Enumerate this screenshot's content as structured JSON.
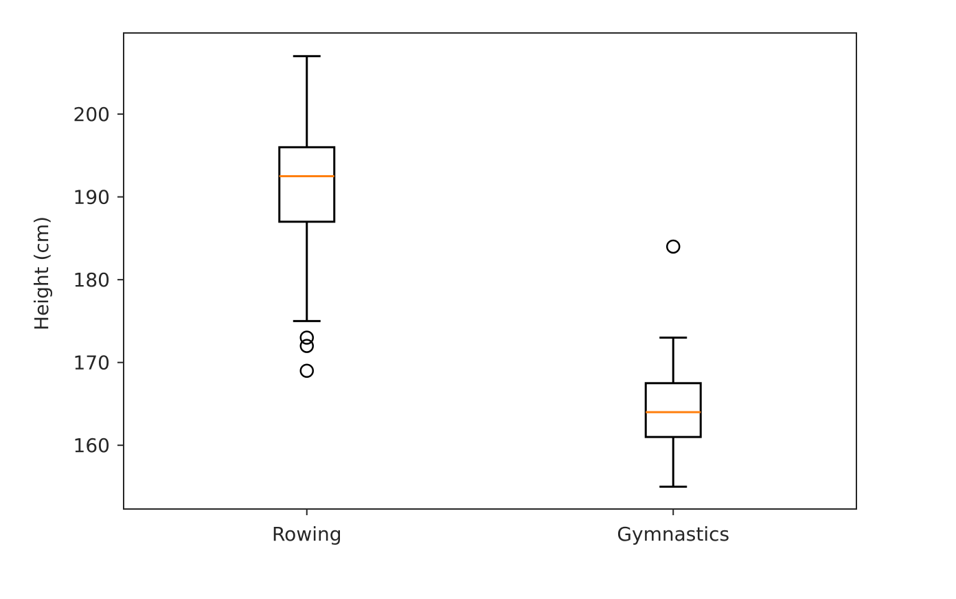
{
  "chart_data": {
    "type": "box",
    "title": "",
    "xlabel": "",
    "ylabel": "Height (cm)",
    "ylim": [
      152.3,
      209.8
    ],
    "yticks": [
      160,
      170,
      180,
      190,
      200
    ],
    "grid": false,
    "categories": [
      "Rowing",
      "Gymnastics"
    ],
    "boxes": [
      {
        "category": "Rowing",
        "whisker_low": 175,
        "q1": 187,
        "median": 192.5,
        "q3": 196,
        "whisker_high": 207,
        "outliers": [
          173,
          172,
          169
        ]
      },
      {
        "category": "Gymnastics",
        "whisker_low": 155,
        "q1": 161,
        "median": 164,
        "q3": 167.5,
        "whisker_high": 173,
        "outliers": [
          184
        ]
      }
    ],
    "colors": {
      "box": "#000000",
      "median": "#ff7f0e",
      "axes": "#262626"
    }
  }
}
